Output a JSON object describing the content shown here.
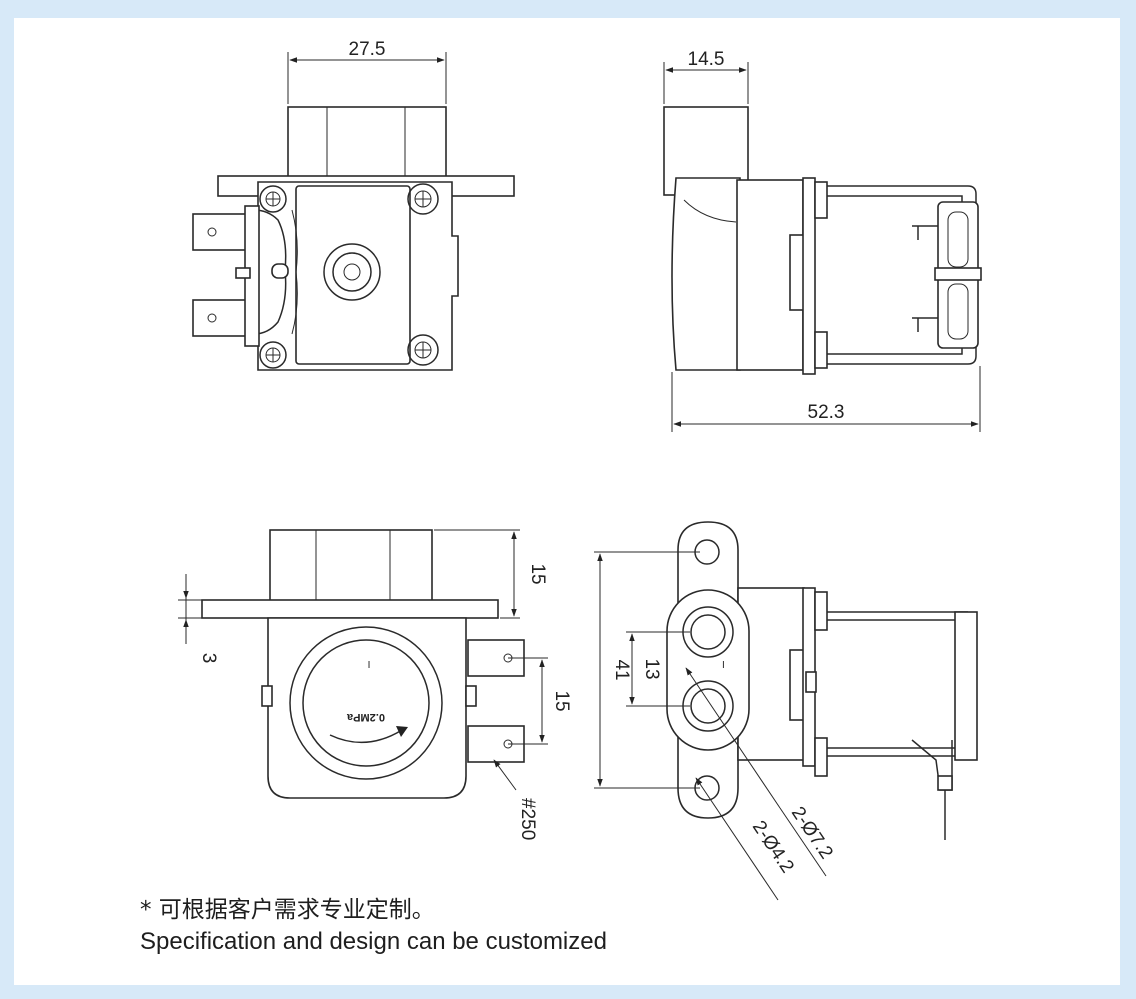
{
  "dimensions": {
    "front_width": "27.5",
    "side_body_width": "14.5",
    "side_total_length": "52.3",
    "bottom_height": "15",
    "flange_thickness": "3",
    "terminal_spacing": "15",
    "terminal_type": "#250",
    "mount_height": "41",
    "port_spacing": "13",
    "port_diameter": "2-Ø7.2",
    "hole_diameter": "2-Ø4.2"
  },
  "marks": {
    "pressure_mark": "0.2MPa"
  },
  "notes": {
    "chinese": "* 可根据客户需求专业定制。",
    "english": "Specification and design can be customized"
  }
}
